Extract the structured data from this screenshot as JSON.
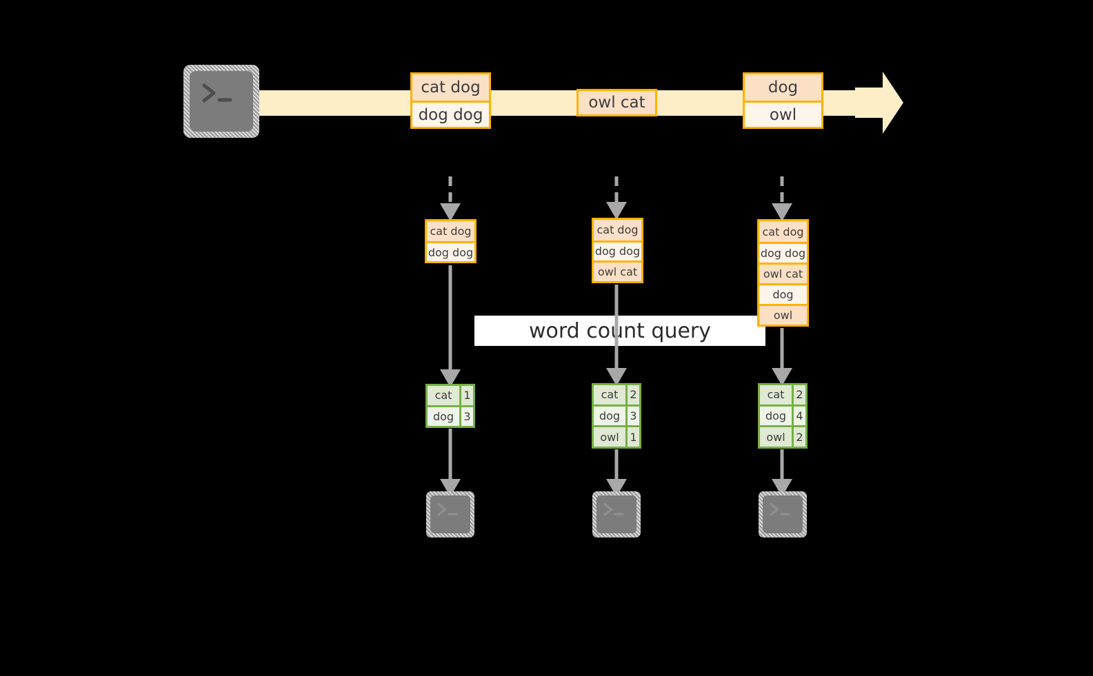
{
  "diagram": {
    "title_label": "word count query",
    "colors": {
      "background": "#000000",
      "stream_band": "#fdeec7",
      "record_border": "#ffb200",
      "record_fill_dark": "#fbe0c6",
      "record_fill_light": "#fdf4ec",
      "result_border": "#76b043",
      "result_fill_dark": "#dfe9d4",
      "result_fill_light": "#eff4ea",
      "arrow_gray": "#a8a8a8",
      "terminal_fill": "#7c7c7c",
      "label_background": "#ffffff"
    }
  },
  "source": {
    "icon": "terminal-icon",
    "prompt_glyph": ">_"
  },
  "stream": {
    "events": [
      {
        "id": "event-1",
        "lines": [
          {
            "text": "cat dog",
            "shade": "dark"
          },
          {
            "text": "dog dog",
            "shade": "light"
          }
        ]
      },
      {
        "id": "event-2",
        "lines": [
          {
            "text": "owl cat",
            "shade": "dark"
          }
        ]
      },
      {
        "id": "event-3",
        "lines": [
          {
            "text": "dog",
            "shade": "dark"
          },
          {
            "text": "owl",
            "shade": "light"
          }
        ]
      }
    ]
  },
  "snapshots": [
    {
      "id": "snapshot-1",
      "state_lines": [
        {
          "text": "cat dog",
          "shade": "dark"
        },
        {
          "text": "dog dog",
          "shade": "light"
        }
      ],
      "result_rows": [
        {
          "word": "cat",
          "count": "1",
          "shade": "dark"
        },
        {
          "word": "dog",
          "count": "3",
          "shade": "light"
        }
      ],
      "sink_icon": "terminal-icon",
      "sink_prompt_glyph": ">_"
    },
    {
      "id": "snapshot-2",
      "state_lines": [
        {
          "text": "cat dog",
          "shade": "dark"
        },
        {
          "text": "dog dog",
          "shade": "light"
        },
        {
          "text": "owl cat",
          "shade": "dark"
        }
      ],
      "result_rows": [
        {
          "word": "cat",
          "count": "2",
          "shade": "dark"
        },
        {
          "word": "dog",
          "count": "3",
          "shade": "light"
        },
        {
          "word": "owl",
          "count": "1",
          "shade": "dark"
        }
      ],
      "sink_icon": "terminal-icon",
      "sink_prompt_glyph": ">_"
    },
    {
      "id": "snapshot-3",
      "state_lines": [
        {
          "text": "cat dog",
          "shade": "dark"
        },
        {
          "text": "dog dog",
          "shade": "light"
        },
        {
          "text": "owl cat",
          "shade": "dark"
        },
        {
          "text": "dog",
          "shade": "light"
        },
        {
          "text": "owl",
          "shade": "dark"
        }
      ],
      "result_rows": [
        {
          "word": "cat",
          "count": "2",
          "shade": "dark"
        },
        {
          "word": "dog",
          "count": "4",
          "shade": "light"
        },
        {
          "word": "owl",
          "count": "2",
          "shade": "dark"
        }
      ],
      "sink_icon": "terminal-icon",
      "sink_prompt_glyph": ">_"
    }
  ]
}
